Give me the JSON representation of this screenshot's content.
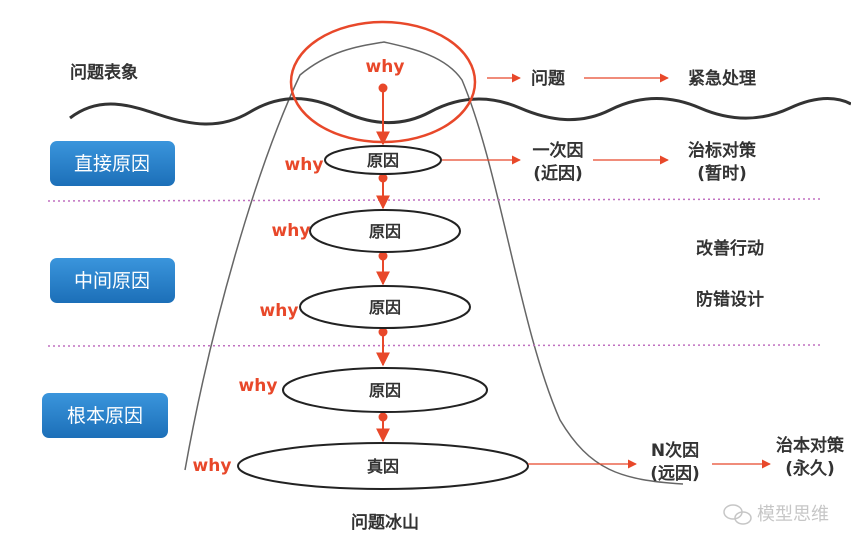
{
  "title": "问题冰山",
  "surface_label": "问题表象",
  "levels": [
    {
      "label": "直接原因"
    },
    {
      "label": "中间原因"
    },
    {
      "label": "根本原因"
    }
  ],
  "why_label": "why",
  "ellipses": [
    "原因",
    "原因",
    "原因",
    "原因",
    "真因"
  ],
  "right": {
    "problem": "问题",
    "urgent": "紧急处理",
    "first_cause": "一次因",
    "first_cause_note": "(近因)",
    "symptom_fix": "治标对策",
    "symptom_fix_note": "(暂时)",
    "improve": "改善行动",
    "errorproof": "防错设计",
    "nth_cause": "N次因",
    "nth_cause_note": "(远因)",
    "root_fix": "治本对策",
    "root_fix_note": "(永久)"
  },
  "watermark": "模型思维",
  "colors": {
    "accent": "#e8482a",
    "box": "#2a7fc9",
    "divider": "#c070c0"
  }
}
